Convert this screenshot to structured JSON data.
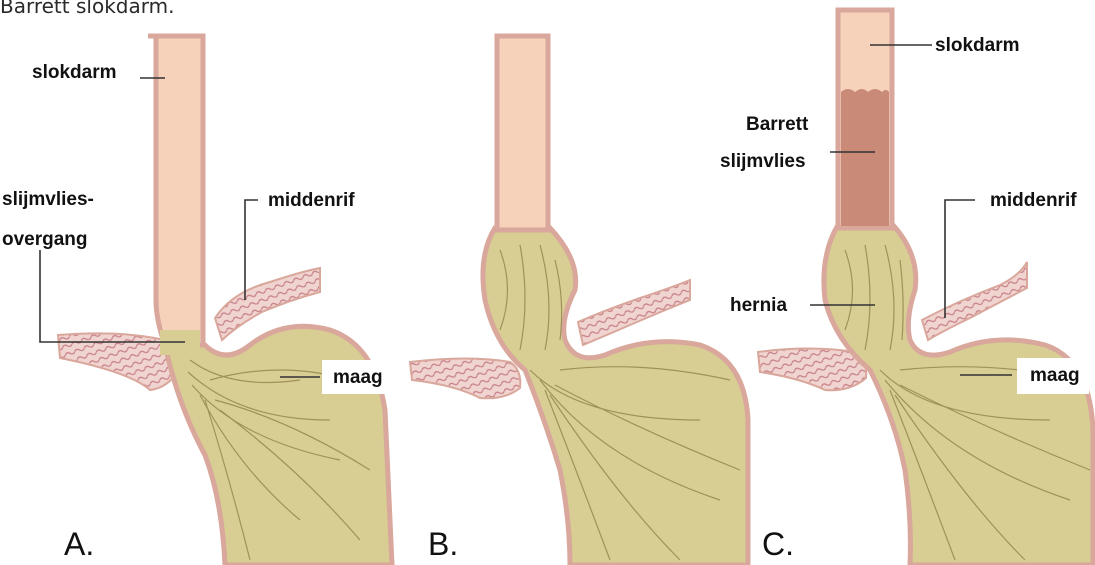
{
  "caption": "Barrett slokdarm.",
  "panels": [
    {
      "letter": "A.",
      "labels": {
        "esophagus": "slokdarm",
        "junction_line1": "slijmvlies-",
        "junction_line2": "overgang",
        "diaphragm": "middenrif",
        "stomach": "maag"
      }
    },
    {
      "letter": "B."
    },
    {
      "letter": "C.",
      "labels": {
        "esophagus": "slokdarm",
        "barrett_line1": "Barrett",
        "barrett_line2": "slijmvlies",
        "diaphragm": "middenrif",
        "hernia": "hernia",
        "stomach": "maag"
      }
    }
  ],
  "colors": {
    "esophagus_fill": "#f6d2bb",
    "wall": "#d9a79b",
    "stomach_fill": "#d8cd93",
    "stomach_fold": "#8d7f45",
    "barrett_fill": "#c98a78",
    "diaphragm_fill": "#f0d4cf",
    "diaphragm_texture": "#c77f88"
  }
}
